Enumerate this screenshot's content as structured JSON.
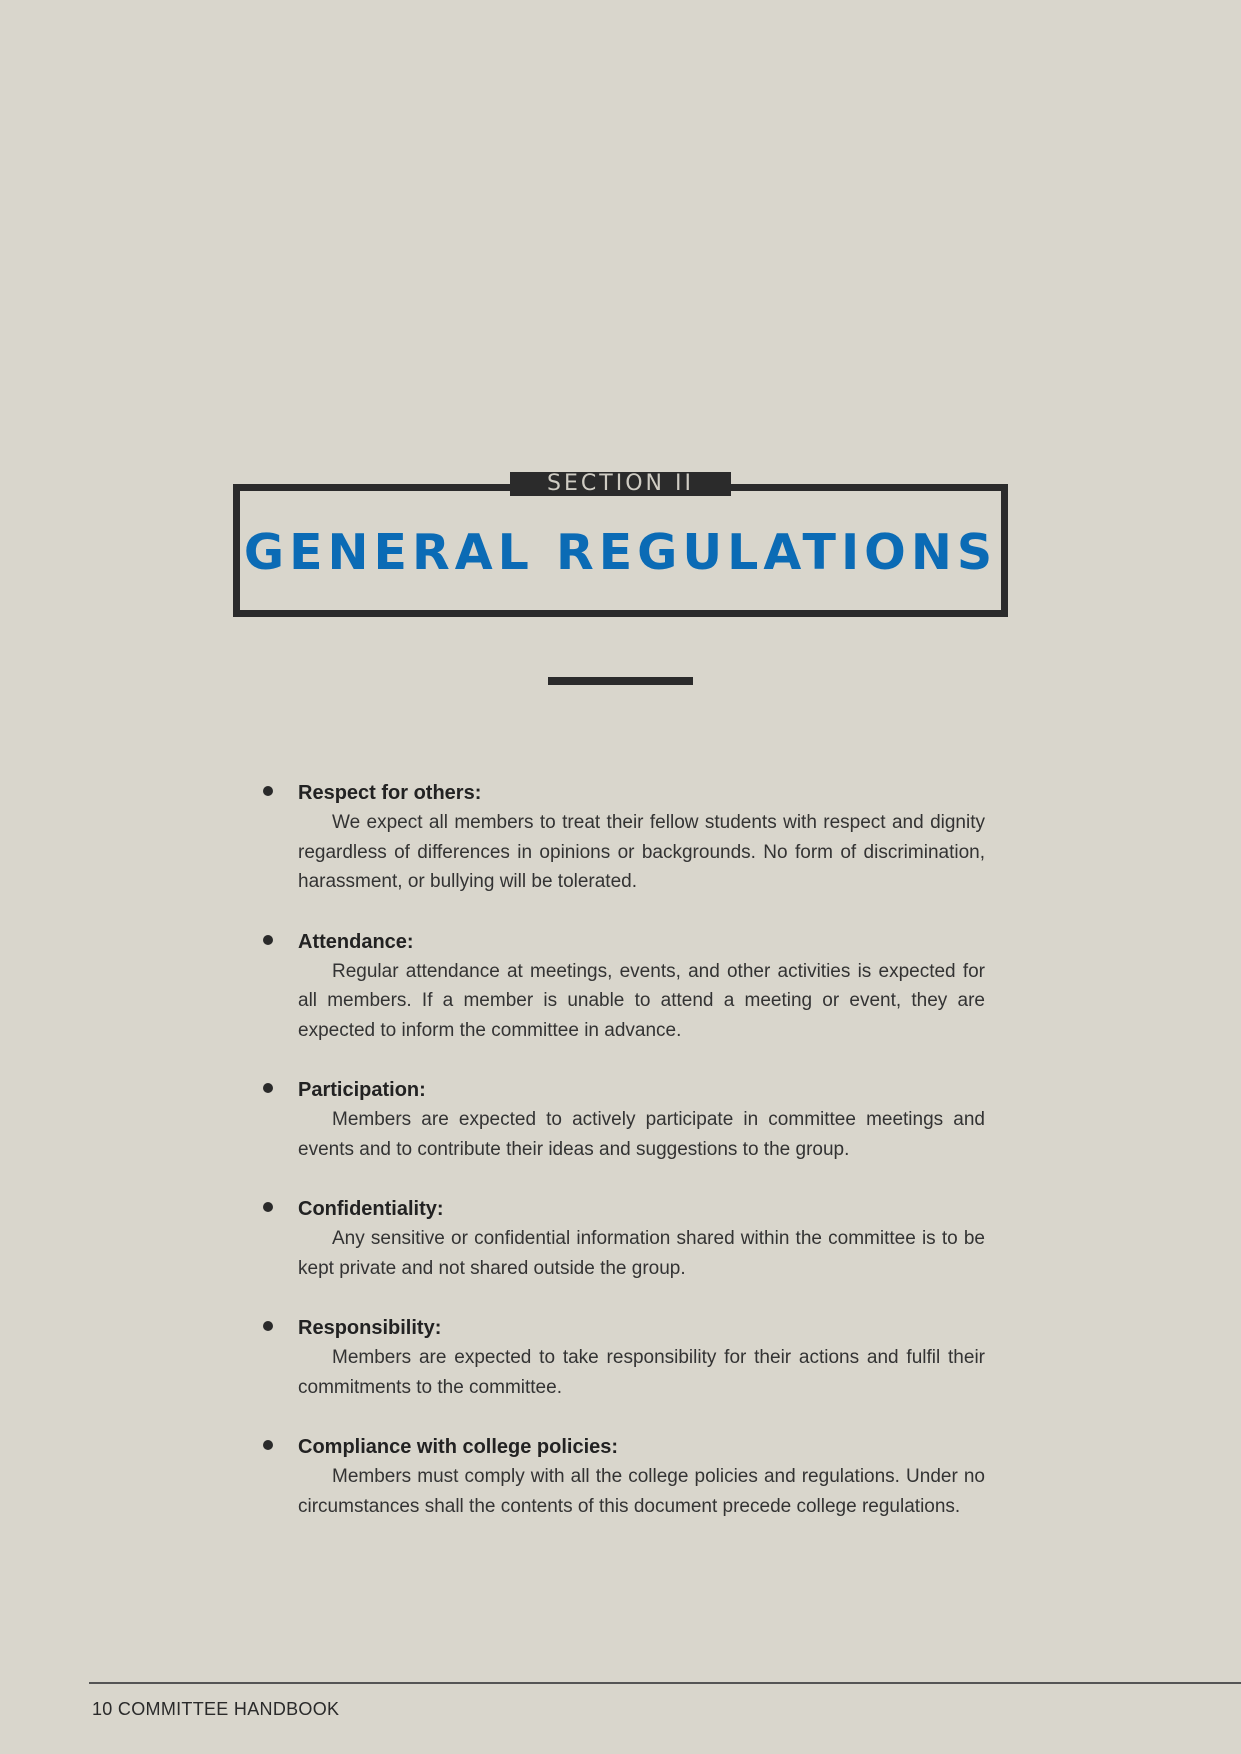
{
  "header": {
    "section_label": "SECTION II",
    "title": "GENERAL REGULATIONS"
  },
  "rules": [
    {
      "title": "Respect for others:",
      "body": "We expect all members to treat their fellow students with respect and dignity regardless of differences in opinions or backgrounds. No form of discrimination, harassment, or bullying will be tolerated."
    },
    {
      "title": "Attendance:",
      "body": "Regular attendance at meetings, events, and other activities is expected for all members. If a member is unable to attend a meeting or event, they are expected to inform the committee in advance."
    },
    {
      "title": "Participation:",
      "body": "Members are expected to actively participate in committee meetings and events and to contribute their ideas and suggestions to the group."
    },
    {
      "title": "Confidentiality:",
      "body": "Any sensitive or confidential information shared within the committee is to be kept private and not shared outside the group."
    },
    {
      "title": "Responsibility:",
      "body": "Members are expected to take responsibility for their actions and fulfil their commitments to the committee."
    },
    {
      "title": "Compliance with college policies:",
      "body": "Members must comply with all the college policies and regulations. Under no circumstances shall the contents of this document precede college regulations."
    }
  ],
  "footer": {
    "text": "10 COMMITTEE HANDBOOK"
  },
  "colors": {
    "background": "#d9d6cc",
    "title_blue": "#0b6bb5",
    "frame_dark": "#2b2b2b"
  }
}
